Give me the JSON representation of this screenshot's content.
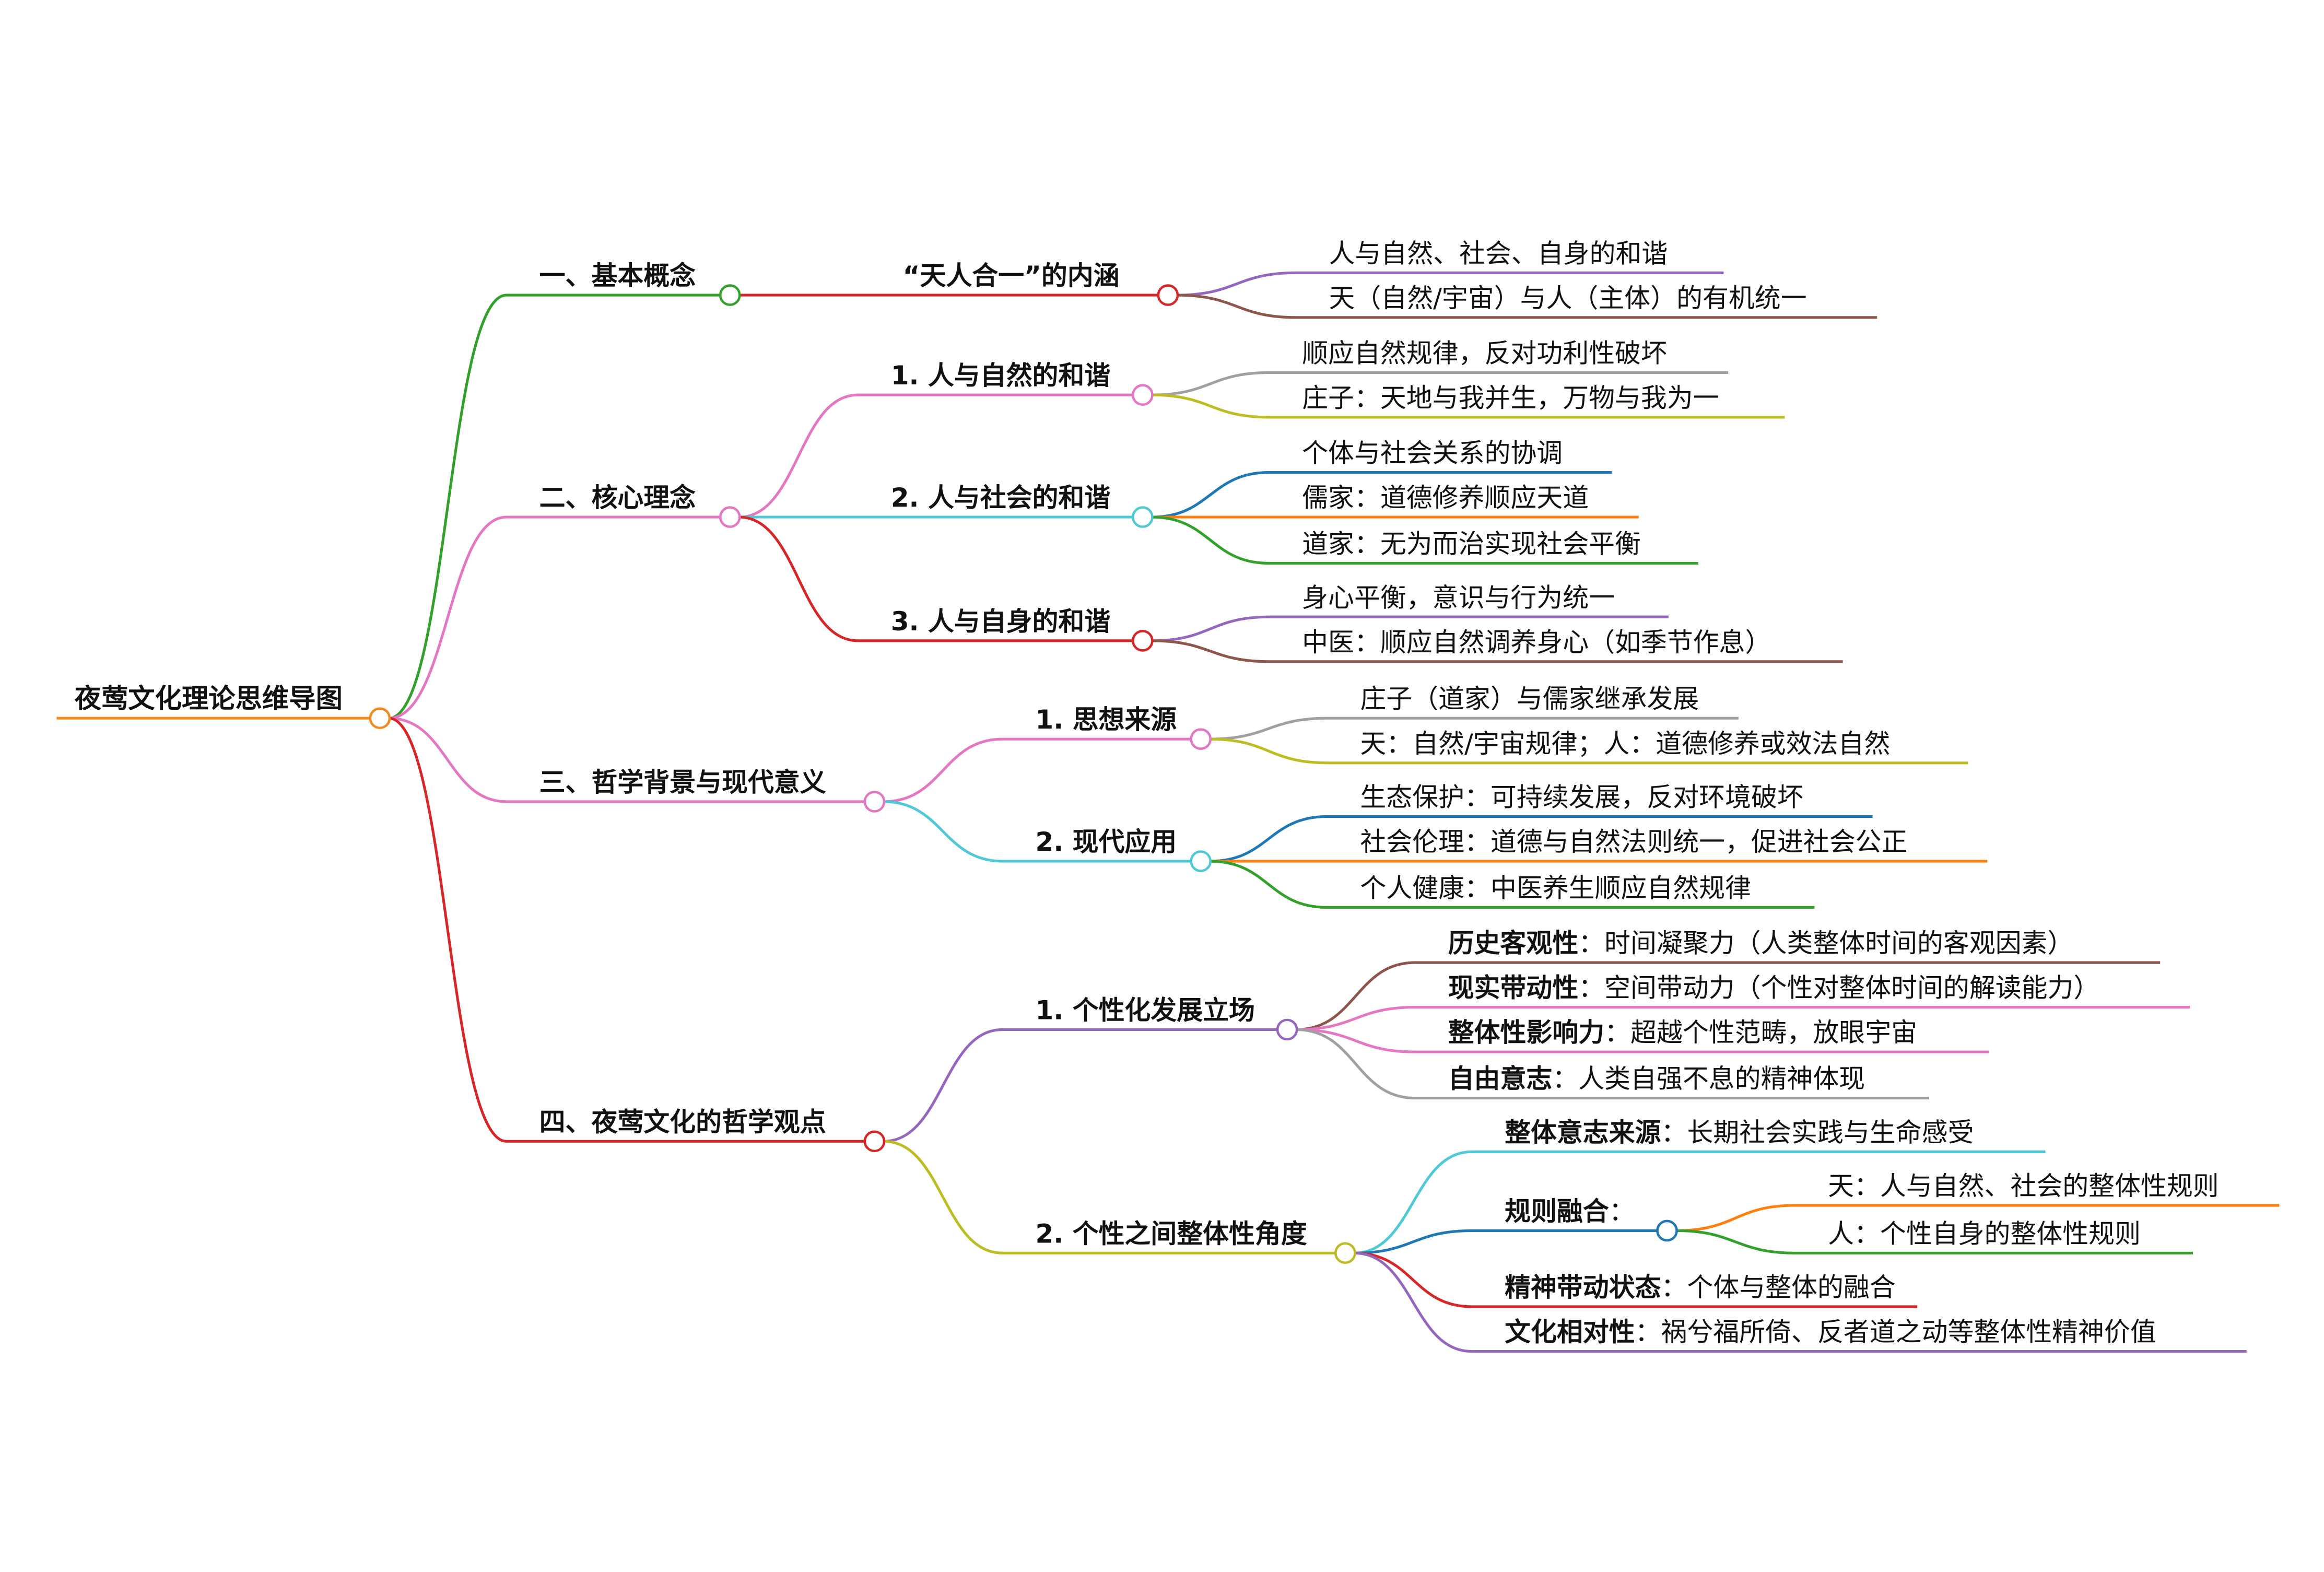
{
  "title": "夜莺文化理论思维导图",
  "colors": {
    "root": "#f28a1e",
    "green": "#33a02c",
    "pink": "#e377c2",
    "red": "#d62728",
    "cyan": "#4fc9d6",
    "purple": "#9467bd",
    "olive": "#bcbd22",
    "brown": "#8c564b",
    "gray": "#a0a0a0",
    "blue": "#1f77b4",
    "orange": "#ff7f0e"
  },
  "branches": [
    {
      "label": "一、基本概念",
      "children": [
        {
          "label": "“天人合一”的内涵",
          "children": [
            {
              "text": "人与自然、社会、自身的和谐"
            },
            {
              "text": "天（自然/宇宙）与人（主体）的有机统一"
            }
          ]
        }
      ]
    },
    {
      "label": "二、核心理念",
      "children": [
        {
          "label": "1. 人与自然的和谐",
          "children": [
            {
              "text": "顺应自然规律，反对功利性破坏"
            },
            {
              "text": "庄子：天地与我并生，万物与我为一"
            }
          ]
        },
        {
          "label": "2. 人与社会的和谐",
          "children": [
            {
              "text": "个体与社会关系的协调"
            },
            {
              "text": "儒家：道德修养顺应天道"
            },
            {
              "text": "道家：无为而治实现社会平衡"
            }
          ]
        },
        {
          "label": "3. 人与自身的和谐",
          "children": [
            {
              "text": "身心平衡，意识与行为统一"
            },
            {
              "text": "中医：顺应自然调养身心（如季节作息）"
            }
          ]
        }
      ]
    },
    {
      "label": "三、哲学背景与现代意义",
      "children": [
        {
          "label": "1. 思想来源",
          "children": [
            {
              "text": "庄子（道家）与儒家继承发展"
            },
            {
              "text": "天：自然/宇宙规律；人：道德修养或效法自然"
            }
          ]
        },
        {
          "label": "2. 现代应用",
          "children": [
            {
              "text": "生态保护：可持续发展，反对环境破坏"
            },
            {
              "text": "社会伦理：道德与自然法则统一，促进社会公正"
            },
            {
              "text": "个人健康：中医养生顺应自然规律"
            }
          ]
        }
      ]
    },
    {
      "label": "四、夜莺文化的哲学观点",
      "children": [
        {
          "label": "1. 个性化发展立场",
          "children": [
            {
              "bold": "历史客观性",
              "text": "：时间凝聚力（人类整体时间的客观因素）"
            },
            {
              "bold": "现实带动性",
              "text": "：空间带动力（个性对整体时间的解读能力）"
            },
            {
              "bold": "整体性影响力",
              "text": "：超越个性范畴，放眼宇宙"
            },
            {
              "bold": "自由意志",
              "text": "：人类自强不息的精神体现"
            }
          ]
        },
        {
          "label": "2. 个性之间整体性角度",
          "children": [
            {
              "bold": "整体意志来源",
              "text": "：长期社会实践与生命感受"
            },
            {
              "bold": "规则融合",
              "text": "：",
              "children": [
                {
                  "text": "天：人与自然、社会的整体性规则"
                },
                {
                  "text": "人：个性自身的整体性规则"
                }
              ]
            },
            {
              "bold": "精神带动状态",
              "text": "：个体与整体的融合"
            },
            {
              "bold": "文化相对性",
              "text": "：祸兮福所倚、反者道之动等整体性精神价值"
            }
          ]
        }
      ]
    }
  ]
}
